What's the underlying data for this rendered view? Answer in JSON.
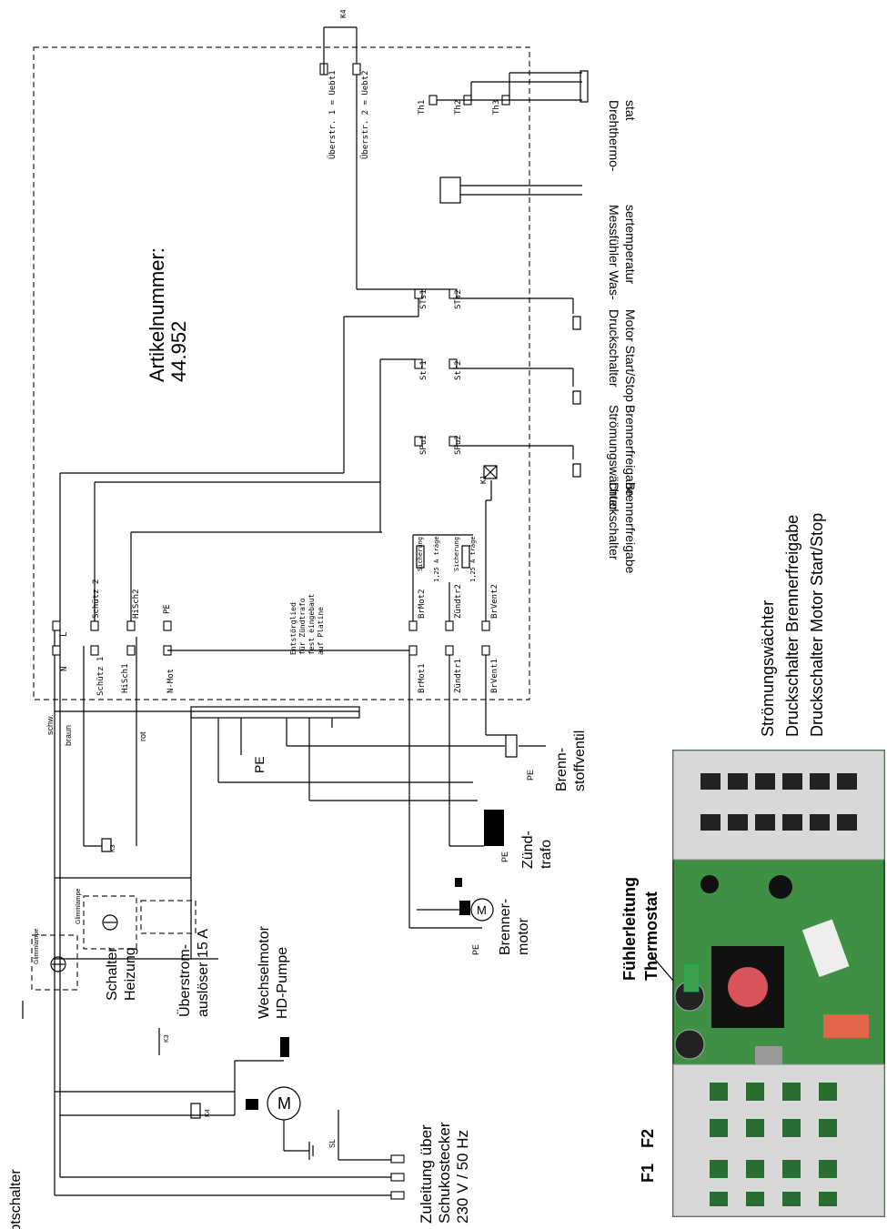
{
  "article": {
    "label": "Artikelnummer:",
    "number": "44.952"
  },
  "components": {
    "hauptschalter": "Hauptschalter",
    "glimmlampe_1": "Glimmlampe",
    "glimmlampe_2": "Glimmlampe",
    "schalter_heizung": [
      "Schalter",
      "Heizung"
    ],
    "ueberstrom": [
      "Überstrom-",
      "auslöser 15 A"
    ],
    "wechselmotor": [
      "Wechselmotor",
      "HD-Pumpe"
    ],
    "zuleitung": [
      "Zuleitung über",
      "Schukostecker",
      "230 V / 50 Hz"
    ],
    "brennermotor": [
      "Brenner-",
      "motor"
    ],
    "zuendtrafo": [
      "Zünd-",
      "trafo"
    ],
    "brennstoffventil": [
      "Brenn-",
      "stoffventil"
    ],
    "druckschalter_brenner": [
      "Druckschalter",
      "Brennerfreigabe"
    ],
    "stroemung_brenner": [
      "Strömungswächter",
      "Brennerfreigabe"
    ],
    "druckschalter_motor": [
      "Druckschalter",
      "Motor Start/Stop"
    ],
    "messfuehler": [
      "Messfühler Was-",
      "sertemperatur"
    ],
    "drehthermostat": [
      "Drehthermo-",
      "stat"
    ],
    "entstoer": [
      "Entstörglied",
      "für Zündtrafo",
      "fest eingebaut",
      "auf Platine"
    ],
    "ueberstr1": "Überstr. 1 = Uebt1",
    "ueberstr2": "Überstr. 2 = Uebt2",
    "sicherung_label": "Sicherung",
    "sicherung_value": "1,25 A träge"
  },
  "wires": {
    "schw": "schw.",
    "braun": "braun",
    "rot": "rot",
    "sl": "SL"
  },
  "relays": {
    "k1": "K1",
    "k3": "K3",
    "k4": "K4"
  },
  "ground": "PE",
  "terminals": {
    "L": "L",
    "N": "N",
    "Schuetz1": "Schütz 1",
    "Schuetz2": "Schütz 2",
    "HiSch1": "HiSch1",
    "HiSch2": "HiSch2",
    "NMot": "N-Mot",
    "PE": "PE",
    "BrMot1": "BrMot1",
    "BrMot2": "BrMot2",
    "Zuendtr1": "Zündtr1",
    "Zuendtr2": "Zündtr2",
    "BrVent1": "BrVent1",
    "BrVent2": "BrVent2",
    "SPu1": "SPu1",
    "SPu2": "SPu2",
    "Str1": "Str1",
    "Str2": "Str2",
    "STs1": "STs1",
    "STs2": "STs2",
    "Th1": "Th1",
    "Th2": "Th2",
    "Th3": "Th3"
  },
  "board_labels": {
    "fuses": [
      "F1",
      "F2"
    ],
    "fuehler": [
      "Fühlerleitung",
      "Thermostat"
    ],
    "legend": [
      "Strömungswächter",
      "Druckschalter Brennerfreigabe",
      "Druckschalter Motor Start/Stop"
    ]
  },
  "colors": {
    "pcb": "#3f8f45",
    "pcb_dark": "#2a6e33",
    "connector": "#d8d8d8",
    "knob": "#d8545a",
    "relay": "#e4664a"
  }
}
